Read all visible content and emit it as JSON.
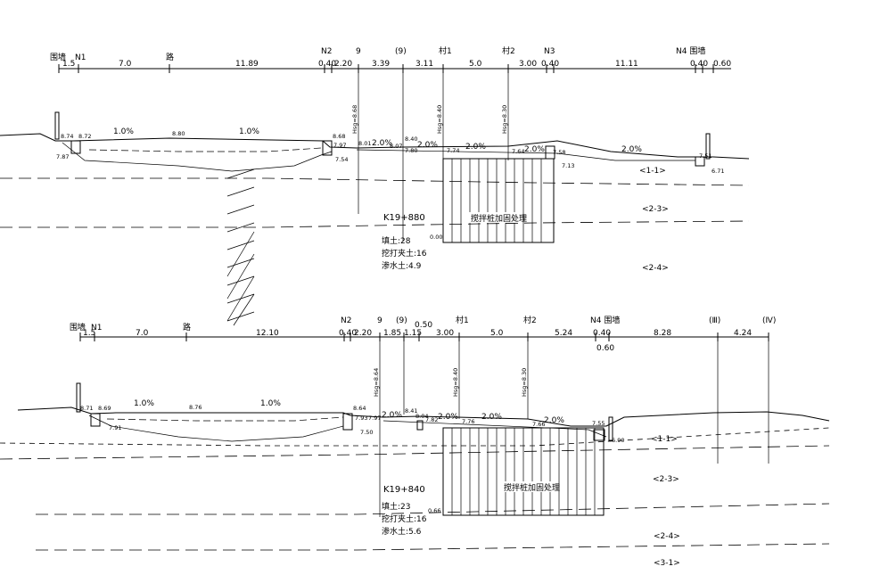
{
  "sections": [
    {
      "station": "K19+880",
      "top_labels": [
        "围墙",
        "N1",
        "路",
        "N2",
        "9",
        "(9)",
        "村1",
        "村2",
        "N3",
        "N4 围墙"
      ],
      "dims": [
        "1.5",
        "7.0",
        "11.89",
        "0.40",
        "2.20",
        "3.39",
        "3.11",
        "5.0",
        "3.00",
        "0.40",
        "11.11",
        "0.40",
        "0.60"
      ],
      "hsg": [
        "Hsg=8.68",
        "Hsg=8.40",
        "Hsg=8.30"
      ],
      "slopes": [
        "1.0%",
        "1.0%",
        "2.0%",
        "2.0%",
        "2.0%",
        "2.0%",
        "2.0%"
      ],
      "elevations": [
        "8.74",
        "8.72",
        "7.87",
        "8.80",
        "8.68",
        "7.97",
        "7.54",
        "8.01",
        "8.07",
        "8.40",
        "7.80",
        "7.74",
        "7.64",
        "7.58",
        "7.13",
        "7.51",
        "6.71",
        "0.00"
      ],
      "treatment": "搅拌桩加固处理",
      "quantities": [
        "填土:28",
        "挖打夹土:16",
        "渗水土:4.9"
      ],
      "layers": [
        "<1-1>",
        "<2-3>",
        "<2-4>"
      ]
    },
    {
      "station": "K19+840",
      "top_labels": [
        "围墙",
        "N1",
        "路",
        "N2",
        "9",
        "(9)",
        "村1",
        "村2",
        "N4 围墙",
        "(Ⅲ)",
        "(Ⅳ)"
      ],
      "dims": [
        "1.5",
        "7.0",
        "12.10",
        "0.40",
        "2.20",
        "1.85",
        "1.15",
        "0.50",
        "3.00",
        "5.0",
        "5.24",
        "0.40",
        "0.60",
        "8.28",
        "4.24"
      ],
      "hsg": [
        "Hsg=8.64",
        "Hsg=8.40",
        "Hsg=8.30"
      ],
      "slopes": [
        "1.0%",
        "1.0%",
        "2.0%",
        "2.0%",
        "2.0%",
        "2.0%"
      ],
      "elevations": [
        "8.71",
        "8.69",
        "7.91",
        "8.76",
        "8.64",
        "7.93",
        "7.97",
        "7.50",
        "8.41",
        "8.04",
        "7.82",
        "7.76",
        "7.66",
        "7.55",
        "6.90",
        "0.66"
      ],
      "treatment": "搅拌桩加固处理",
      "quantities": [
        "填土:23",
        "挖打夹土:16",
        "渗水土:5.6"
      ],
      "layers": [
        "<1-1>",
        "<2-3>",
        "<2-4>",
        "<3-1>"
      ]
    }
  ]
}
